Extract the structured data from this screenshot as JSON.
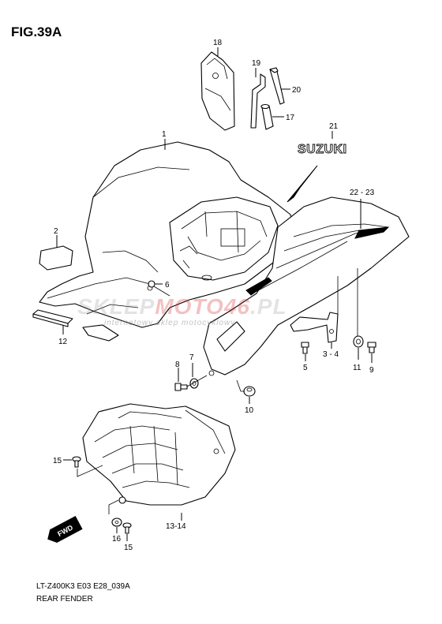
{
  "figure": {
    "title": "FIG.39A",
    "model_code": "LT-Z400K3 E03 E28_039A",
    "caption": "REAR FENDER"
  },
  "emblem_text": "SUZUKI",
  "direction_tag": "FWD",
  "watermark": {
    "part1": "SKLEP",
    "part2": "MOTO",
    "part3": "46",
    "part4": ".PL",
    "subtitle": "internetowy sklep motocyklowy",
    "colors": {
      "gray": "#9a9a9a",
      "red": "#d42020"
    }
  },
  "callouts": {
    "c1": "1",
    "c2": "2",
    "c3_4": "3 - 4",
    "c5": "5",
    "c6": "6",
    "c7": "7",
    "c8": "8",
    "c9": "9",
    "c10": "10",
    "c11": "11",
    "c12": "12",
    "c13_14": "13-14",
    "c15a": "15",
    "c15b": "15",
    "c16": "16",
    "c17": "17",
    "c18": "18",
    "c19": "19",
    "c20": "20",
    "c21": "21",
    "c22_23": "22 - 23"
  }
}
